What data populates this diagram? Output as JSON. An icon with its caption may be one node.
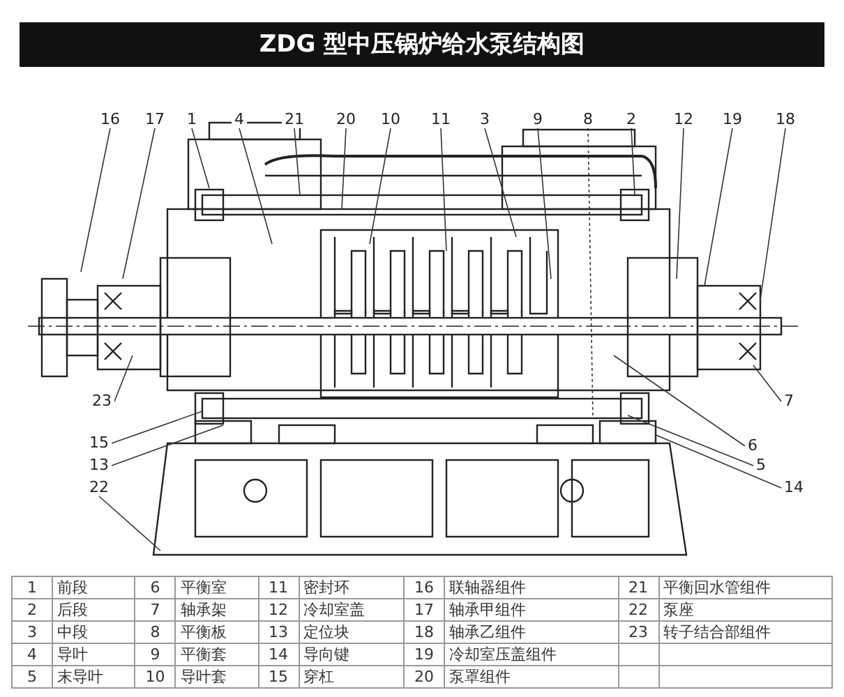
{
  "diagram": {
    "title": "ZDG 型中压锅炉给水泵结构图",
    "nodes": [
      {
        "text": [
          "16"
        ]
      },
      {
        "text": [
          "17"
        ]
      },
      {
        "text": [
          "1"
        ]
      },
      {
        "text": [
          "4"
        ]
      },
      {
        "text": [
          "21"
        ]
      },
      {
        "text": [
          "20"
        ]
      },
      {
        "text": [
          "10"
        ]
      },
      {
        "text": [
          "11"
        ]
      },
      {
        "text": [
          "3"
        ]
      },
      {
        "text": [
          "9"
        ]
      },
      {
        "text": [
          "8"
        ]
      },
      {
        "text": [
          "2"
        ]
      },
      {
        "text": [
          "12"
        ]
      },
      {
        "text": [
          "19"
        ]
      },
      {
        "text": [
          "18"
        ]
      },
      {
        "text": [
          "23"
        ]
      },
      {
        "text": [
          "15"
        ]
      },
      {
        "text": [
          "13"
        ]
      },
      {
        "text": [
          "22"
        ]
      },
      {
        "text": [
          "7"
        ]
      },
      {
        "text": [
          "6"
        ]
      },
      {
        "text": [
          "5"
        ]
      },
      {
        "text": [
          "14"
        ]
      }
    ],
    "edges": [
      {
        "from": 0,
        "to": null,
        "arrow": "none"
      },
      {
        "from": 1,
        "to": null,
        "arrow": "none"
      },
      {
        "from": 2,
        "to": null,
        "arrow": "none"
      },
      {
        "from": 3,
        "to": null,
        "arrow": "none"
      },
      {
        "from": 4,
        "to": null,
        "arrow": "none"
      },
      {
        "from": 5,
        "to": null,
        "arrow": "none"
      },
      {
        "from": 6,
        "to": null,
        "arrow": "none"
      },
      {
        "from": 7,
        "to": null,
        "arrow": "none"
      },
      {
        "from": 8,
        "to": null,
        "arrow": "none"
      },
      {
        "from": 9,
        "to": null,
        "arrow": "none"
      },
      {
        "from": 10,
        "to": null,
        "arrow": "none",
        "style": "dashed"
      },
      {
        "from": 11,
        "to": null,
        "arrow": "none"
      },
      {
        "from": 12,
        "to": null,
        "arrow": "none"
      },
      {
        "from": 13,
        "to": null,
        "arrow": "none"
      },
      {
        "from": 14,
        "to": null,
        "arrow": "none"
      },
      {
        "from": 15,
        "to": null,
        "arrow": "none"
      },
      {
        "from": 16,
        "to": null,
        "arrow": "none"
      },
      {
        "from": 17,
        "to": null,
        "arrow": "none"
      },
      {
        "from": 18,
        "to": null,
        "arrow": "none"
      },
      {
        "from": 19,
        "to": null,
        "arrow": "none"
      },
      {
        "from": 20,
        "to": null,
        "arrow": "none"
      },
      {
        "from": 21,
        "to": null,
        "arrow": "none"
      },
      {
        "from": 22,
        "to": null,
        "arrow": "none"
      }
    ],
    "labels": [
      "1",
      "前段",
      "6",
      "平衡室",
      "11",
      "密封环",
      "16",
      "联轴器组件",
      "21",
      "平衡回水管组件",
      "2",
      "后段",
      "7",
      "轴承架",
      "12",
      "冷却室盖",
      "17",
      "轴承甲组件",
      "22",
      "泵座",
      "3",
      "中段",
      "8",
      "平衡板",
      "13",
      "定位块",
      "18",
      "轴承乙组件",
      "23",
      "转子结合部组件",
      "4",
      "导叶",
      "9",
      "平衡套",
      "14",
      "导向键",
      "19",
      "冷却室压盖组件",
      "5",
      "末导叶",
      "10",
      "导叶套",
      "15",
      "穿杠",
      "20",
      "泵罩组件"
    ]
  }
}
